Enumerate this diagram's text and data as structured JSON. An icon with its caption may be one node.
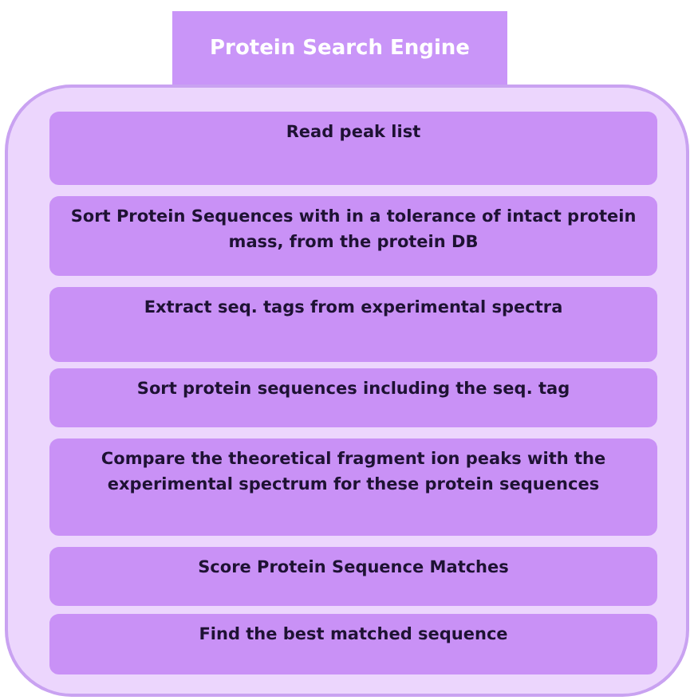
{
  "diagram": {
    "nodes": [
      {
        "text": [
          "Protein Search Engine"
        ]
      },
      {
        "text": [
          "Read peak list"
        ],
        "in": 0
      },
      {
        "text": [
          "Sort Protein Sequences with in a tolerance of intact protein mass, from the protein DB"
        ],
        "in": 0
      },
      {
        "text": [
          "Extract seq. tags from experimental spectra"
        ],
        "in": 0
      },
      {
        "text": [
          "Sort protein sequences including the seq. tag"
        ],
        "in": 0
      },
      {
        "text": [
          "Compare the theoretical fragment ion peaks with the experimental spectrum for these protein sequences"
        ],
        "in": 0
      },
      {
        "text": [
          "Score Protein Sequence Matches"
        ],
        "in": 0
      },
      {
        "text": [
          "Find the best matched sequence"
        ],
        "in": 0
      }
    ]
  }
}
